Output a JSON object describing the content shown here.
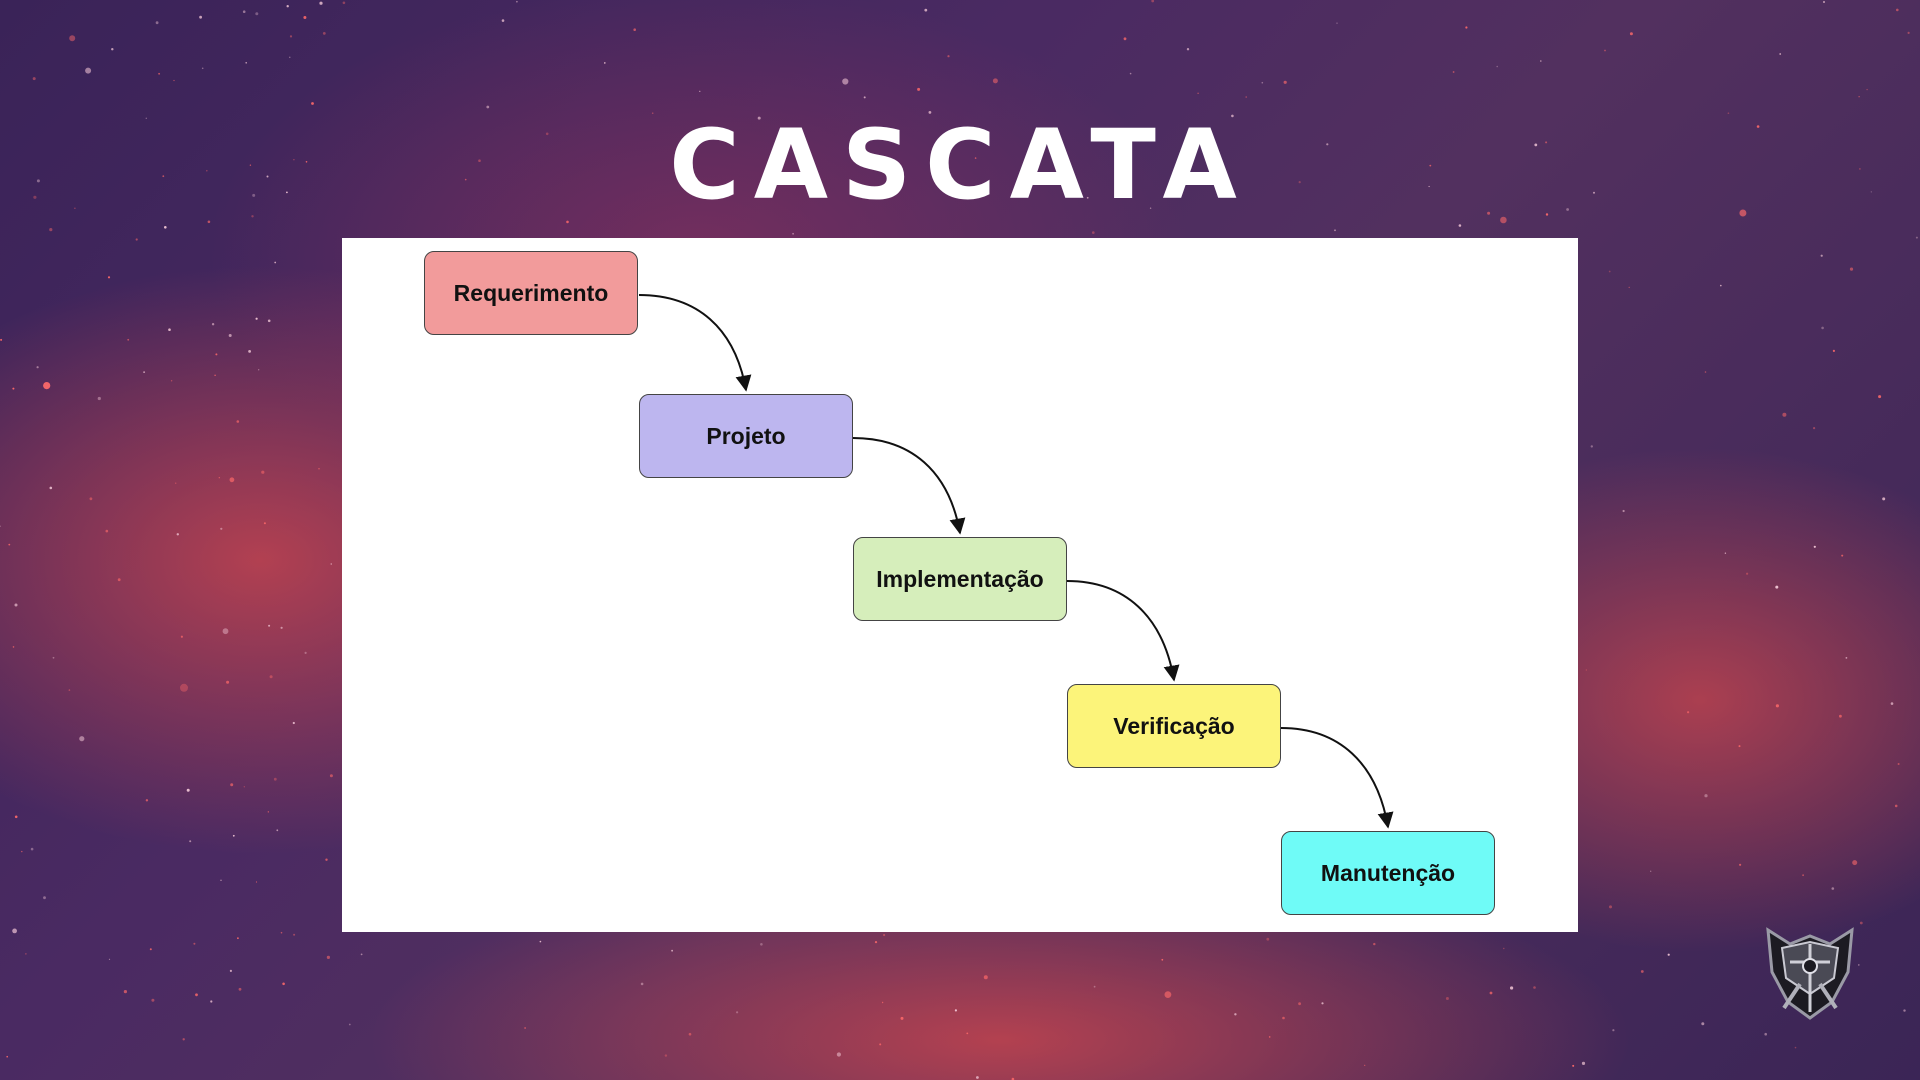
{
  "slide": {
    "title": "CASCATA"
  },
  "diagram": {
    "steps": [
      {
        "label": "Requerimento",
        "color": "#f29b9b"
      },
      {
        "label": "Projeto",
        "color": "#bdb6ef"
      },
      {
        "label": "Implementação",
        "color": "#d6eebb"
      },
      {
        "label": "Verificação",
        "color": "#fcf47a"
      },
      {
        "label": "Manutenção",
        "color": "#6ffbf7"
      }
    ],
    "edges": [
      {
        "from": "Requerimento",
        "to": "Projeto"
      },
      {
        "from": "Projeto",
        "to": "Implementação"
      },
      {
        "from": "Implementação",
        "to": "Verificação"
      },
      {
        "from": "Verificação",
        "to": "Manutenção"
      }
    ]
  },
  "colors": {
    "panel": "#ffffff",
    "title": "#ffffff",
    "background": "#4a2a62",
    "accent": "#d6484c"
  },
  "icons": {
    "logo": "armored-shield-logo-icon"
  }
}
